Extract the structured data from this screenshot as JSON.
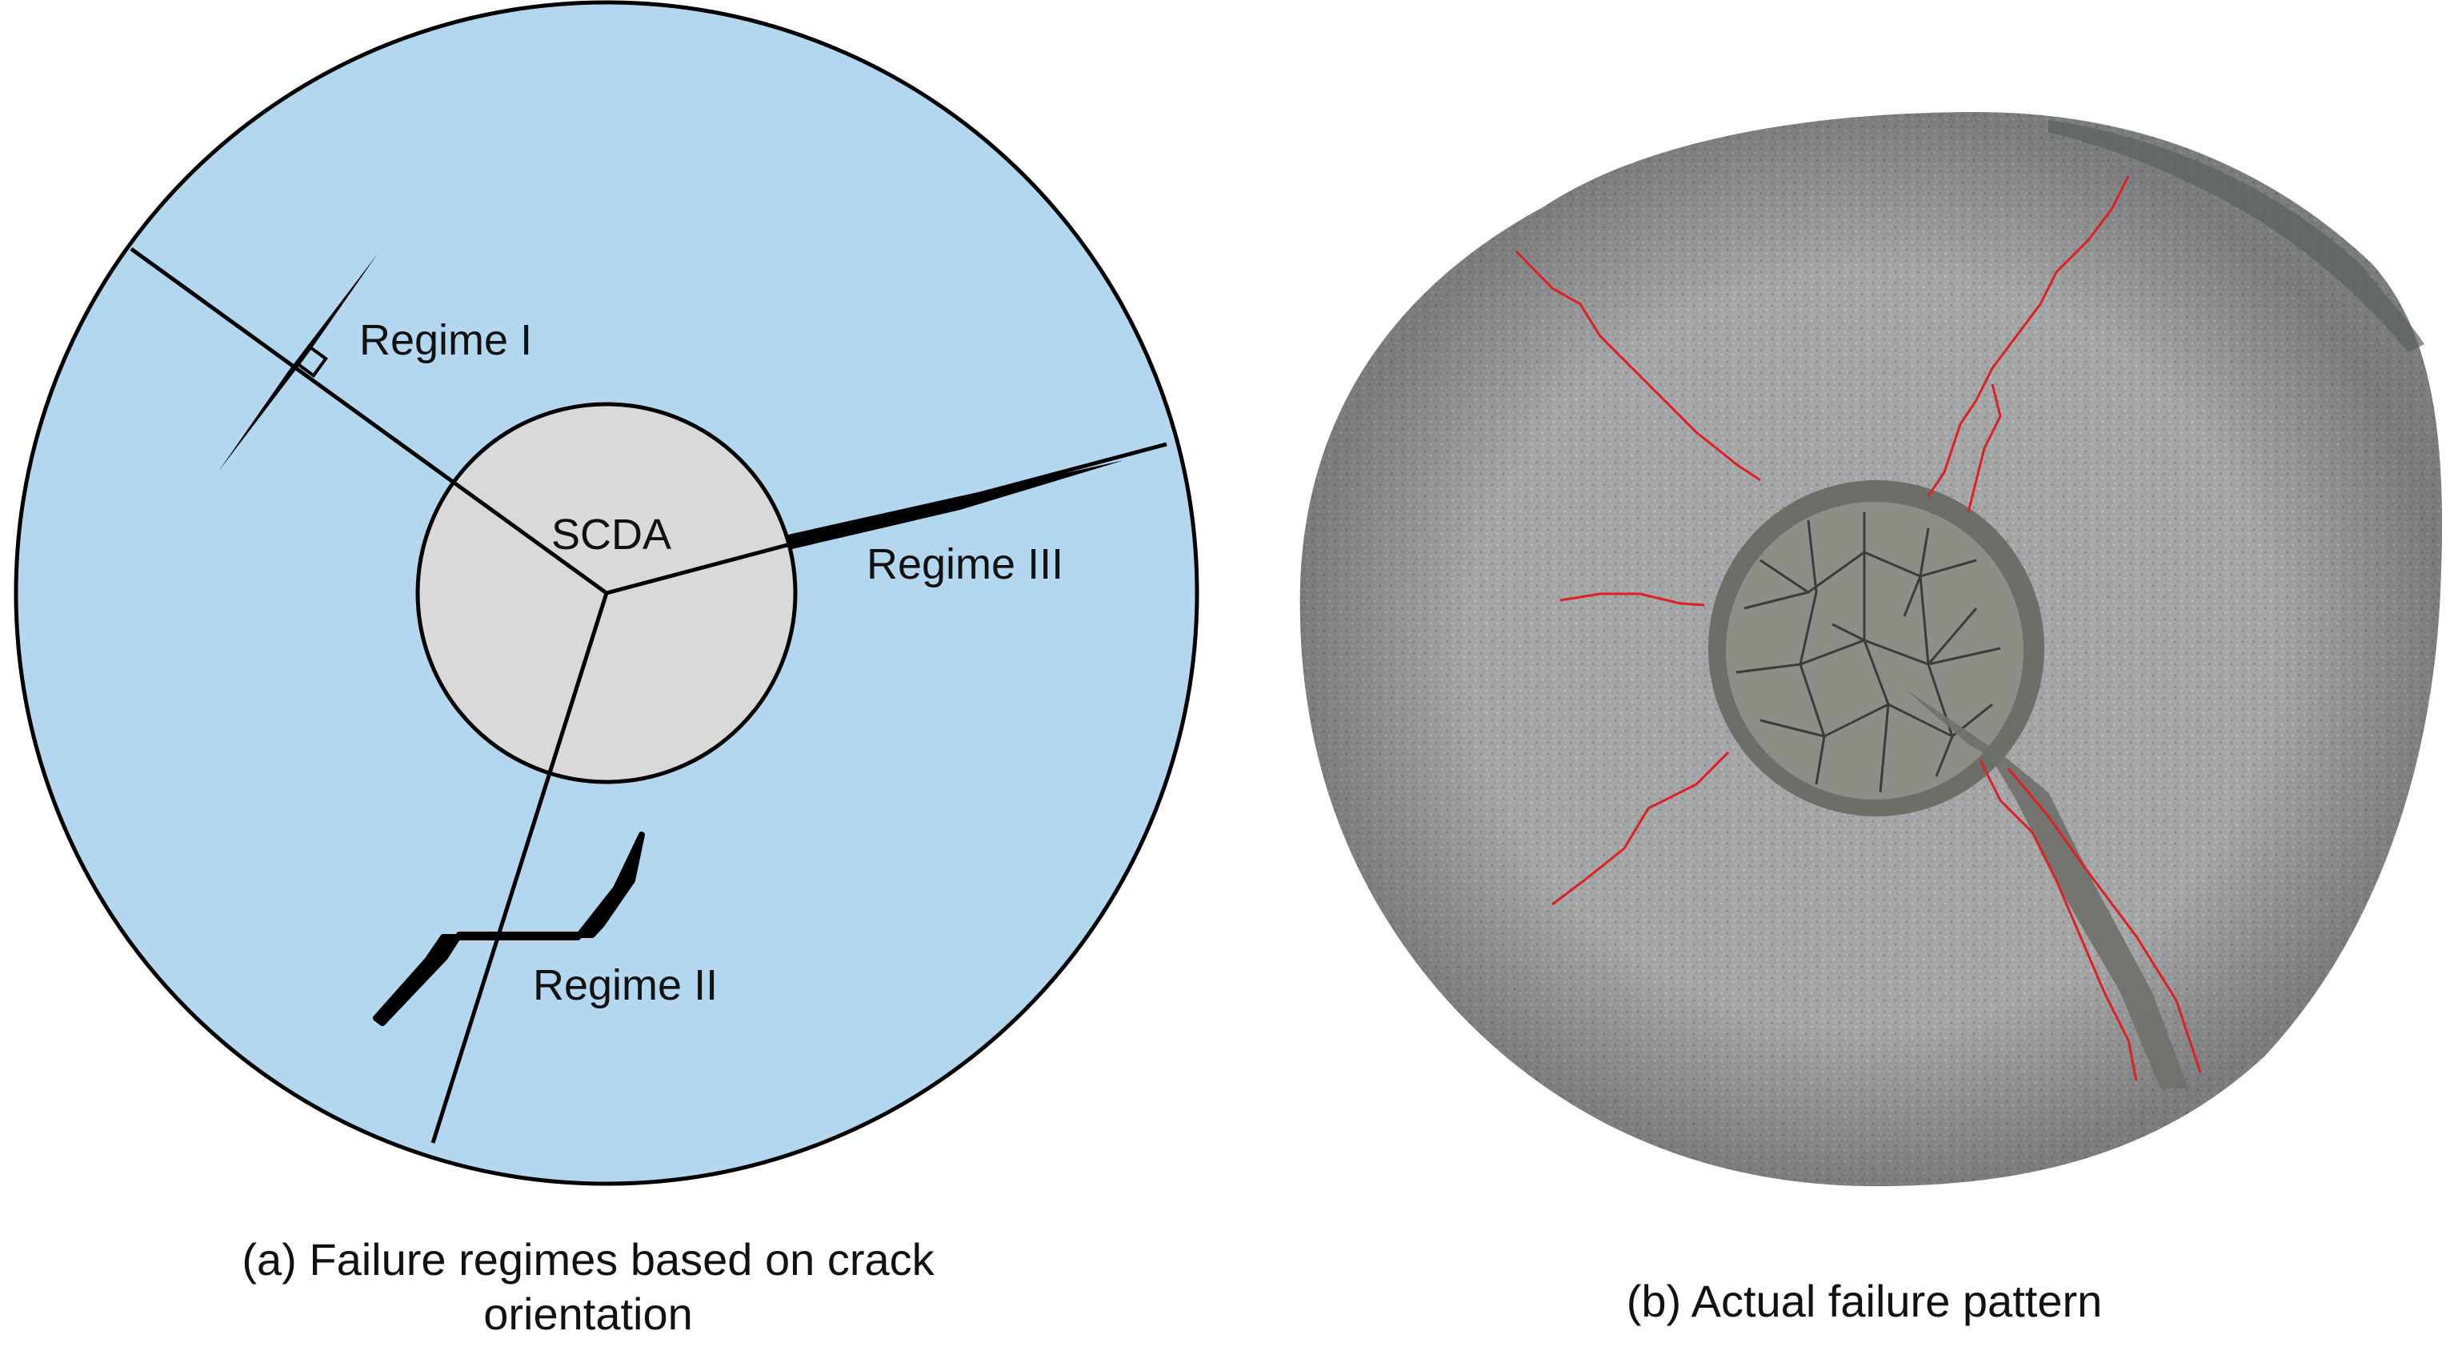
{
  "panel_a": {
    "core_label": "SCDA",
    "regime_1": "Regime I",
    "regime_2": "Regime II",
    "regime_3": "Regime III",
    "caption_line1": "(a) Failure regimes based on crack",
    "caption_line2": "orientation",
    "colors": {
      "specimen": "#b3d7ef",
      "core": "#d9d9d9",
      "line": "#000000"
    }
  },
  "panel_b": {
    "caption": "(b) Actual failure pattern",
    "colors": {
      "concrete": "#a3a5a7",
      "core": "#8d8f86",
      "crack_highlight": "#e02020"
    }
  }
}
